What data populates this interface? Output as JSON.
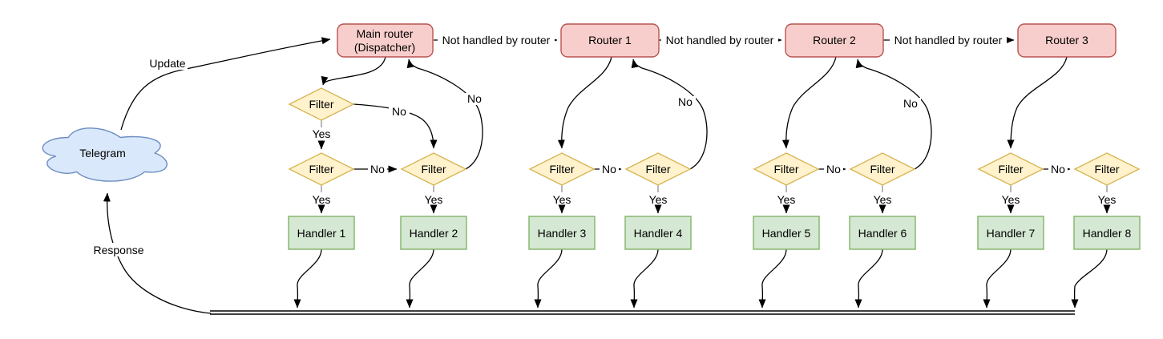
{
  "nodes": {
    "telegram": "Telegram",
    "main_router": {
      "line1": "Main router",
      "line2": "(Dispatcher)"
    },
    "routers": [
      "Router 1",
      "Router 2",
      "Router 3"
    ],
    "filter": "Filter",
    "handlers": [
      "Handler 1",
      "Handler 2",
      "Handler 3",
      "Handler 4",
      "Handler 5",
      "Handler 6",
      "Handler 7",
      "Handler 8"
    ]
  },
  "edge_labels": {
    "update": "Update",
    "response": "Response",
    "yes": "Yes",
    "no": "No",
    "not_handled": "Not handled by router"
  },
  "colors": {
    "cloud_fill": "#dae8fc",
    "cloud_stroke": "#6c8ebf",
    "router_fill": "#f8cecc",
    "router_stroke": "#b85450",
    "filter_fill": "#fff2cc",
    "filter_stroke": "#d6b656",
    "handler_fill": "#d5e8d4",
    "handler_stroke": "#82b366",
    "edge": "#000000",
    "edge_stub": "#999999",
    "label_background": "#ffffff"
  }
}
